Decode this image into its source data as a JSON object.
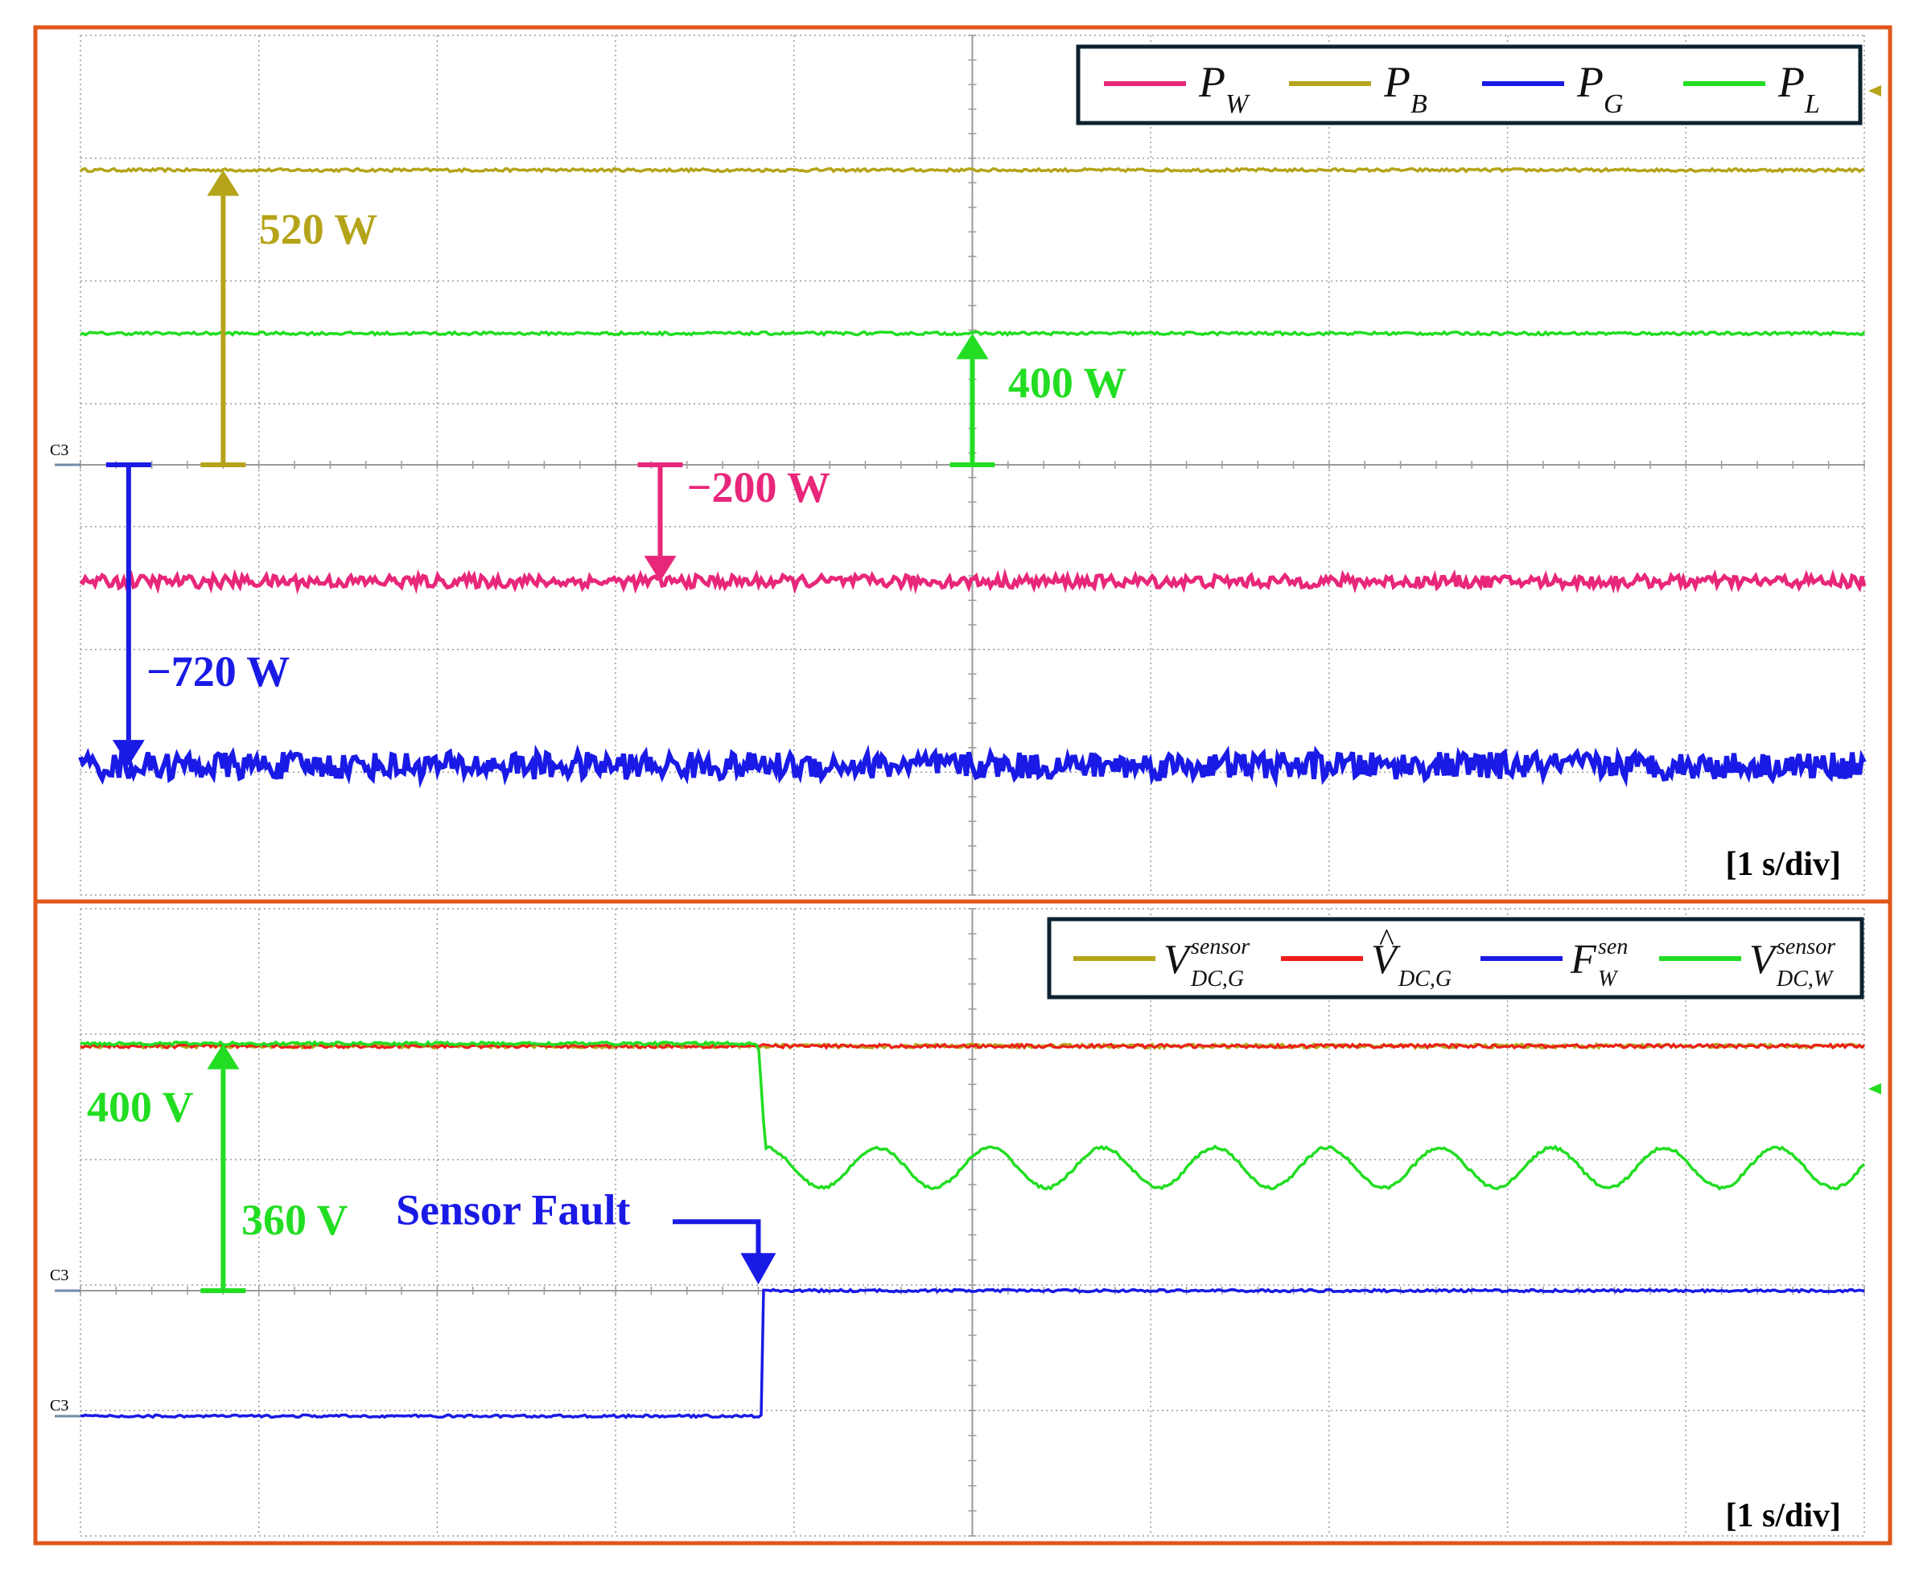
{
  "colors": {
    "frame": "#e0561b",
    "grid": "#9a9a9a",
    "marker": "#6f8ca8",
    "P_W": "#e8277a",
    "P_B": "#b5a41a",
    "P_G": "#1a1ae6",
    "P_L": "#22dd22",
    "V_sensor_G": "#b5a41a",
    "V_hat_G": "#ee1c1c",
    "F_W": "#1a1ae6",
    "V_sensor_W": "#22dd22"
  },
  "chart_data": [
    {
      "type": "line",
      "panel": "top",
      "timebase": "[1 s/div]",
      "grid": true,
      "divisions": {
        "x": 10,
        "y": 7
      },
      "channel_marker": "C3",
      "legend": {
        "placement": "top-right",
        "entries": [
          {
            "symbol": "P",
            "sub": "W",
            "series": "P_W"
          },
          {
            "symbol": "P",
            "sub": "B",
            "series": "P_B"
          },
          {
            "symbol": "P",
            "sub": "G",
            "series": "P_G"
          },
          {
            "symbol": "P",
            "sub": "L",
            "series": "P_L"
          }
        ]
      },
      "series": [
        {
          "key": "P_B",
          "name": "P_B",
          "value_W": 520,
          "level_div": 2.4,
          "noise": 0.012
        },
        {
          "key": "P_L",
          "name": "P_L",
          "value_W": 400,
          "level_div": 1.07,
          "noise": 0.012
        },
        {
          "key": "P_W",
          "name": "P_W",
          "value_W": -200,
          "level_div": -0.95,
          "noise": 0.05
        },
        {
          "key": "P_G",
          "name": "P_G",
          "value_W": -720,
          "level_div": -2.45,
          "noise": 0.11
        }
      ],
      "annotations": [
        {
          "text": "520 W",
          "series": "P_B",
          "arrow_t_div": 0.8,
          "text_t_div": 1.0
        },
        {
          "text": "400 W",
          "series": "P_L",
          "arrow_t_div": 5.0,
          "text_t_div": 5.2
        },
        {
          "text": "−200 W",
          "series": "P_W",
          "arrow_t_div": 3.25,
          "text_t_div": 3.4
        },
        {
          "text": "−720 W",
          "series": "P_G",
          "arrow_t_div": 0.27,
          "text_t_div": 0.37
        }
      ]
    },
    {
      "type": "line",
      "panel": "bottom",
      "timebase": "[1 s/div]",
      "grid": true,
      "divisions": {
        "x": 10,
        "y": 5
      },
      "channel_markers": [
        "C3",
        "C3"
      ],
      "fault_time_div": 3.8,
      "legend": {
        "placement": "top-right",
        "entries": [
          {
            "symbol": "V",
            "sub": "DC,G",
            "sup": "sensor",
            "hat": false,
            "series": "V_sensor_G"
          },
          {
            "symbol": "V",
            "sub": "DC,G",
            "sup": "",
            "hat": true,
            "series": "V_hat_G"
          },
          {
            "symbol": "F",
            "sub": "W",
            "sup": "sen",
            "hat": false,
            "series": "F_W"
          },
          {
            "symbol": "V",
            "sub": "DC,W",
            "sup": "sensor",
            "hat": false,
            "series": "V_sensor_W"
          }
        ]
      },
      "series": [
        {
          "key": "V_sensor_G",
          "name": "V_sensor_DC,G",
          "value_V": 400,
          "level_div": 1.95,
          "noise": 0.015
        },
        {
          "key": "V_hat_G",
          "name": "V_hat_DC,G",
          "value_V": 400,
          "level_div": 1.95,
          "noise": 0.015
        },
        {
          "key": "V_sensor_W",
          "name": "V_sensor_DC,W",
          "before_V": 400,
          "after_mean_V": 360,
          "level_before_div": 1.97,
          "level_after_div": 0.98,
          "osc_amplitude_div": 0.16,
          "osc_period_div": 0.63,
          "noise": 0.012
        },
        {
          "key": "F_W",
          "name": "F_sen_W",
          "before": 0,
          "after": 1,
          "level_before_div": -1.0,
          "level_after_div": 0.0,
          "noise": 0.01
        }
      ],
      "annotations": [
        {
          "text": "400 V",
          "series": "V_sensor_W"
        },
        {
          "text": "360 V",
          "series": "V_sensor_W"
        },
        {
          "text": "Sensor Fault",
          "series": "F_W"
        }
      ]
    }
  ]
}
